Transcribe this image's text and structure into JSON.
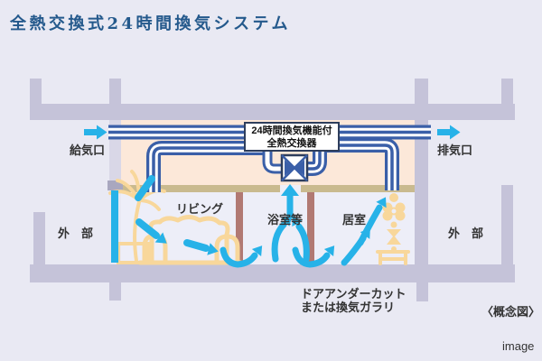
{
  "title": "全熱交換式24時間換気システム",
  "unit_box": {
    "line1": "24時間換気機能付",
    "line2": "全熱交換器"
  },
  "labels": {
    "supply_port": "給気口",
    "exhaust_port": "排気口",
    "exterior_left": "外　部",
    "exterior_right": "外　部",
    "living_room": "リビング",
    "bathroom": "浴室等",
    "room": "居室",
    "door_undercut_line1": "ドアアンダーカット",
    "door_undercut_line2": "または換気ガラリ",
    "caption": "〈概念図〉"
  },
  "watermark": "image",
  "colors": {
    "page_bg": "#e9e9f3",
    "title_text": "#24598c",
    "wall": "#c5c3d9",
    "wall_light": "#d9d7e7",
    "wall_cap": "#a9a7bf",
    "attic": "#fce8d9",
    "ceiling": "#c9ba8f",
    "room_bg": "#edeef8",
    "duct_blue": "#3a5fa8",
    "box_border": "#2e3e5c",
    "airflow_cyan": "#27b2e8",
    "partition_post": "#b17973",
    "furniture": "#f8d79b",
    "label_text": "#333333"
  }
}
